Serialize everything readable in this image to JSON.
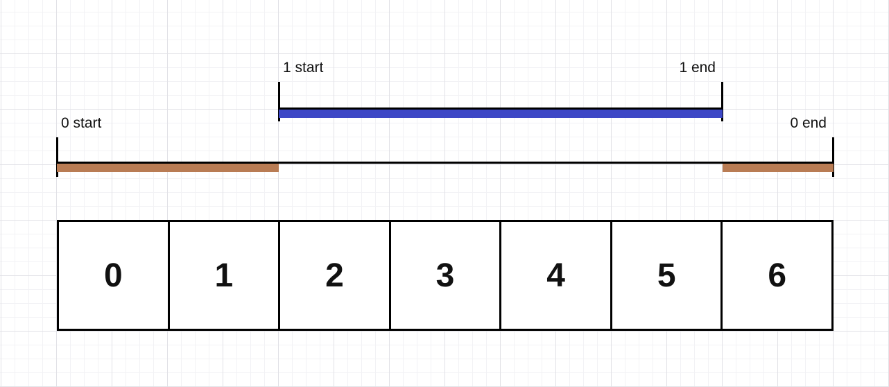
{
  "diagram": {
    "ranges": [
      {
        "id": "1",
        "start_label": "1 start",
        "end_label": "1 end",
        "fill_color": "#3d47c6",
        "covers_cells": "2-5"
      },
      {
        "id": "0",
        "start_label": "0 start",
        "end_label": "0 end",
        "fill_color": "#b97c54",
        "covers_cells": "0-1 and 6"
      }
    ],
    "array_cells": [
      "0",
      "1",
      "2",
      "3",
      "4",
      "5",
      "6"
    ]
  },
  "colors": {
    "range1-fill": "#3d47c6",
    "range0-fill": "#b97c54",
    "line": "#000000",
    "text": "#111111",
    "grid-minor": "#f2f2f5",
    "grid-major": "#e1e1e6",
    "canvas-bg": "#ffffff",
    "cell-bg": "#ffffff"
  }
}
